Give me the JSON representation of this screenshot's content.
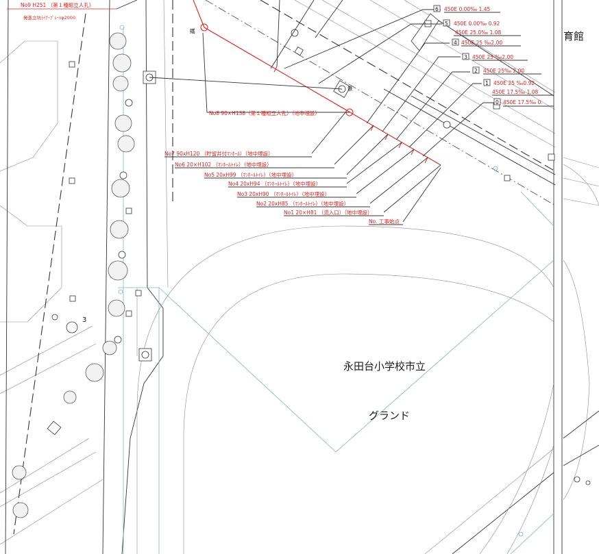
{
  "top_left_labels": [
    {
      "id": "no9",
      "text": "No9 H251 （第１種組立人孔）"
    },
    {
      "id": "shaft",
      "text": "発進立坑ﾗｲﾅｰﾌﾟﾚｰﾄφ2000"
    }
  ],
  "no8_label": "No8 90×H138（第１種組立人孔）（地中埋設）",
  "manhole_labels": [
    "No7 90xH120 （貯留井付ﾏﾝﾎｰﾙ）（地中埋設）",
    "No6 20×H102 （ﾏﾝﾎｰﾙﾄｲﾚ）（地中埋設）",
    "No5 20xH99 （ﾏﾝﾎｰﾙﾄｲﾚ）（地中埋設）",
    "No4 20xH94 （ﾏﾝﾎｰﾙﾄｲﾚ）（地中埋設）",
    "No3 20xH90 （ﾏﾝﾎｰﾙﾄｲﾚ）（地中埋設）",
    "No2 20xH85 （ﾏﾝﾎｰﾙﾄｲﾚ）（地中埋設）",
    "No1 20×H81 （流入口）（地中埋設）",
    "No. 工事始点"
  ],
  "pipe_specs": [
    {
      "num": "6",
      "spec": "450E 0.00‰ 1.45"
    },
    {
      "num": "5",
      "spec": "450E 0.00‰ 0.92"
    },
    {
      "num": "",
      "spec": "450E 25.0‰ 1.08"
    },
    {
      "num": "4",
      "spec": "450E 25 ‰2.00"
    },
    {
      "num": "3",
      "spec": "450E 25 ‰2.00"
    },
    {
      "num": "2",
      "spec": "450E 25‰ 2.00"
    },
    {
      "num": "1",
      "spec": "450E 25 ‰0.92"
    },
    {
      "num": "",
      "spec": "450E 17.5‰ 1.08"
    },
    {
      "num": "0",
      "spec": "450E 17.5‰ 0."
    }
  ],
  "marker_small": "鐵",
  "marker_small2": "鉄",
  "marker_three": "3",
  "building_label": "育館",
  "school_label": "永田台小学校市立",
  "ground_label": "グランド",
  "colors": {
    "red": "#e0201b",
    "blue": "#7fb0d6",
    "ink": "#333333"
  }
}
